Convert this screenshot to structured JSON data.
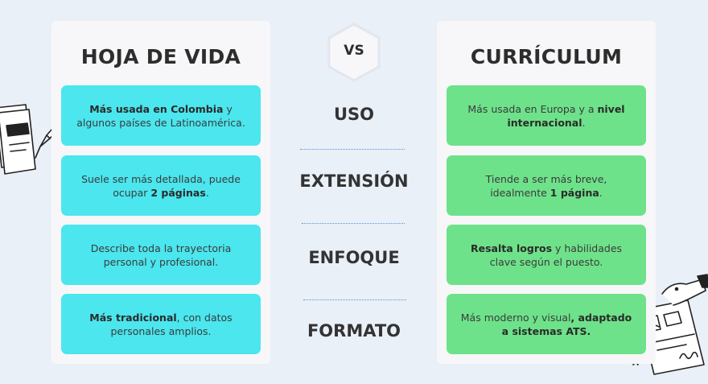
{
  "left_panel": {
    "title": "HOJA DE VIDA",
    "cards": [
      {
        "parts": [
          {
            "b": true,
            "t": "Más usada en Colombia"
          },
          {
            "b": false,
            "t": " y algunos países de Latinoamérica."
          }
        ]
      },
      {
        "parts": [
          {
            "b": false,
            "t": "Suele ser más detallada, puede ocupar "
          },
          {
            "b": true,
            "t": "2 páginas"
          },
          {
            "b": false,
            "t": "."
          }
        ]
      },
      {
        "parts": [
          {
            "b": false,
            "t": "Describe toda la trayectoria personal y profesional."
          }
        ]
      },
      {
        "parts": [
          {
            "b": true,
            "t": "Más tradicional"
          },
          {
            "b": false,
            "t": ", con datos personales amplios."
          }
        ]
      }
    ]
  },
  "center": {
    "vs_label": "VS",
    "criteria": [
      "USO",
      "EXTENSIÓN",
      "ENFOQUE",
      "FORMATO"
    ]
  },
  "right_panel": {
    "title": "CURRÍCULUM",
    "cards": [
      {
        "parts": [
          {
            "b": false,
            "t": "Más usada en Europa y a "
          },
          {
            "b": true,
            "t": "nivel internacional"
          },
          {
            "b": false,
            "t": "."
          }
        ]
      },
      {
        "parts": [
          {
            "b": false,
            "t": "Tiende a ser más breve, idealmente "
          },
          {
            "b": true,
            "t": "1 página"
          },
          {
            "b": false,
            "t": "."
          }
        ]
      },
      {
        "parts": [
          {
            "b": true,
            "t": "Resalta logros"
          },
          {
            "b": false,
            "t": " y habilidades clave según el puesto."
          }
        ]
      },
      {
        "parts": [
          {
            "b": false,
            "t": "Más moderno y visual"
          },
          {
            "b": true,
            "t": ", adaptado a sistemas ATS."
          }
        ]
      }
    ]
  },
  "colors": {
    "left_card": "#4be6ee",
    "right_card": "#6ee28a",
    "background": "#eaf0f8",
    "panel": "#f7f7f9"
  },
  "icons": [
    "document-pen-icon",
    "resume-hand-icon",
    "vs-hexagon-icon"
  ]
}
